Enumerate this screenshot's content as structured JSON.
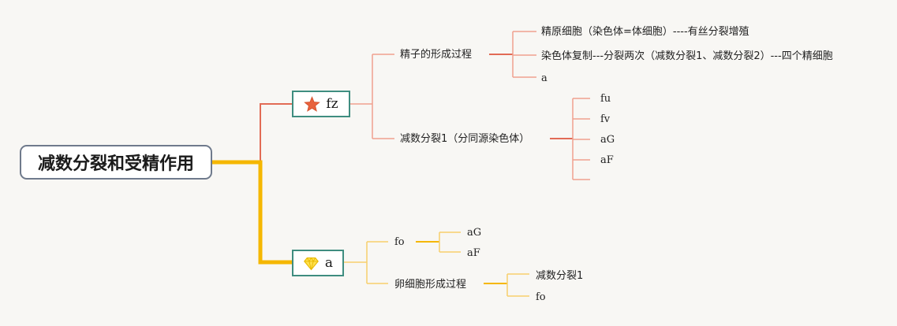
{
  "colors": {
    "red_branch": "#e26b55",
    "red_leaf": "#f0a08f",
    "yellow_branch": "#f5b700",
    "yellow_leaf": "#f7cf6d",
    "node_border": "#3f8d80",
    "root_border": "#6f7a8c"
  },
  "root": {
    "label": "减数分裂和受精作用"
  },
  "branch_fz": {
    "label": "fz",
    "icon": "star-icon",
    "children": [
      {
        "label": "精子的形成过程",
        "children": [
          "精原细胞（染色体=体细胞）----有丝分裂增殖",
          "染色体复制---分裂两次（减数分裂1、减数分裂2）---四个精细胞",
          "a"
        ]
      },
      {
        "label": "减数分裂1（分同源染色体）",
        "children": [
          "fu",
          "fv",
          "aG",
          "aF",
          ""
        ]
      }
    ]
  },
  "branch_a": {
    "label": "a",
    "icon": "diamond-icon",
    "children": [
      {
        "label": "fo",
        "children": [
          "aG",
          "aF"
        ]
      },
      {
        "label": "卵细胞形成过程",
        "children": [
          "减数分裂1",
          "fo"
        ]
      }
    ]
  }
}
